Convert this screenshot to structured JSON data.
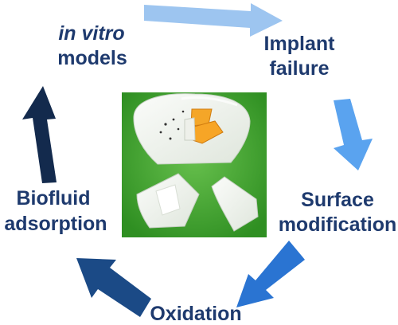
{
  "colors": {
    "text": "#1e3a6e",
    "arrow_top": "#9dc5f0",
    "arrow_right": "#5aa3ef",
    "arrow_bottom_right": "#2a74d2",
    "arrow_bottom_left": "#1b4a86",
    "arrow_left": "#132a4d",
    "photo_background": "#3fa82f"
  },
  "nodes": {
    "in_vitro": {
      "line1": "in vitro",
      "line2": "models"
    },
    "implant_failure": {
      "line1": "Implant",
      "line2": "failure"
    },
    "surface_modification": {
      "line1": "Surface",
      "line2": "modification"
    },
    "oxidation": {
      "line1": "Oxidation"
    },
    "biofluid_adsorption": {
      "line1": "Biofluid",
      "line2": "adsorption"
    }
  },
  "photo": {
    "description_icon": "photo-implant-samples"
  }
}
